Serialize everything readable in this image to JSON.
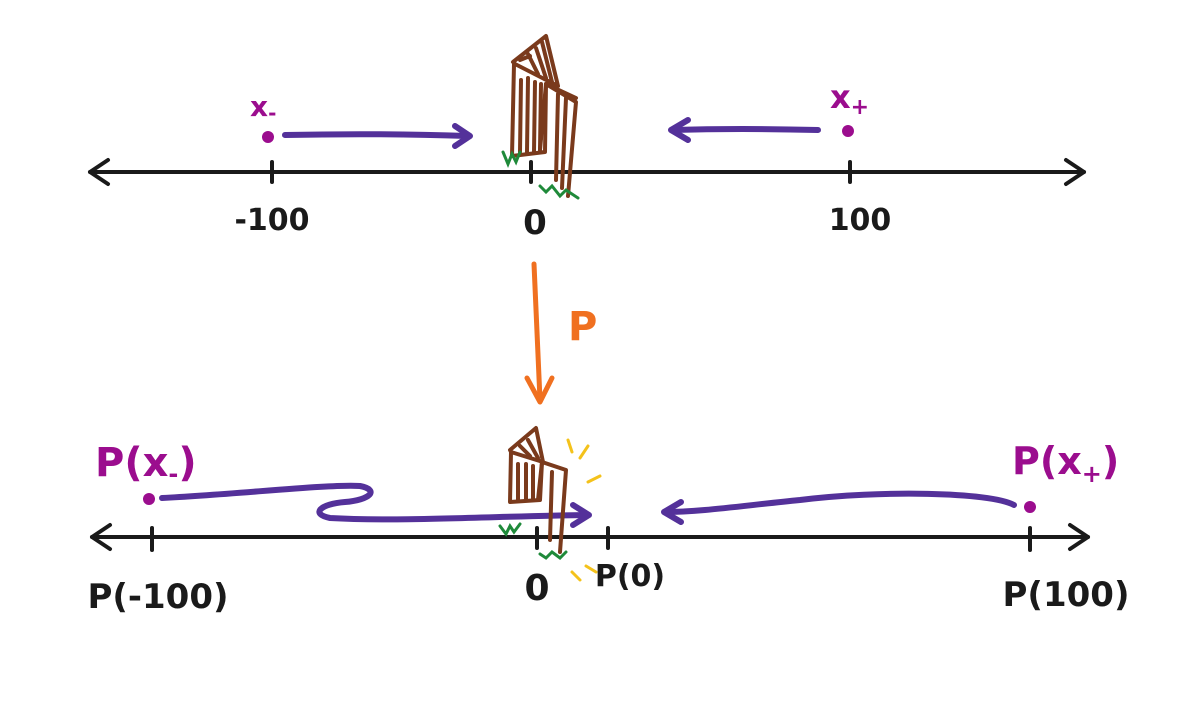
{
  "top_line": {
    "ticks": [
      "-100",
      "0",
      "100"
    ],
    "point_left_label": "x",
    "point_left_sub": "-",
    "point_right_label": "x",
    "point_right_sub": "+"
  },
  "map_label": "P",
  "bottom_line": {
    "ticks": [
      "P(-100)",
      "0",
      "P(0)",
      "P(100)"
    ],
    "point_left_label": "P(x",
    "point_left_sub": "-",
    "point_left_close": ")",
    "point_right_label": "P(x",
    "point_right_sub": "+",
    "point_right_close": ")"
  },
  "colors": {
    "axis": "#1a1a1a",
    "points": "#9b0d8e",
    "arrows": "#54319a",
    "map": "#f07020",
    "door": "#7a3a1c",
    "grass": "#1f8a3a",
    "spark": "#f4c21b"
  },
  "icons": [
    "door-icon",
    "grass-icon",
    "sparkle-icon"
  ]
}
